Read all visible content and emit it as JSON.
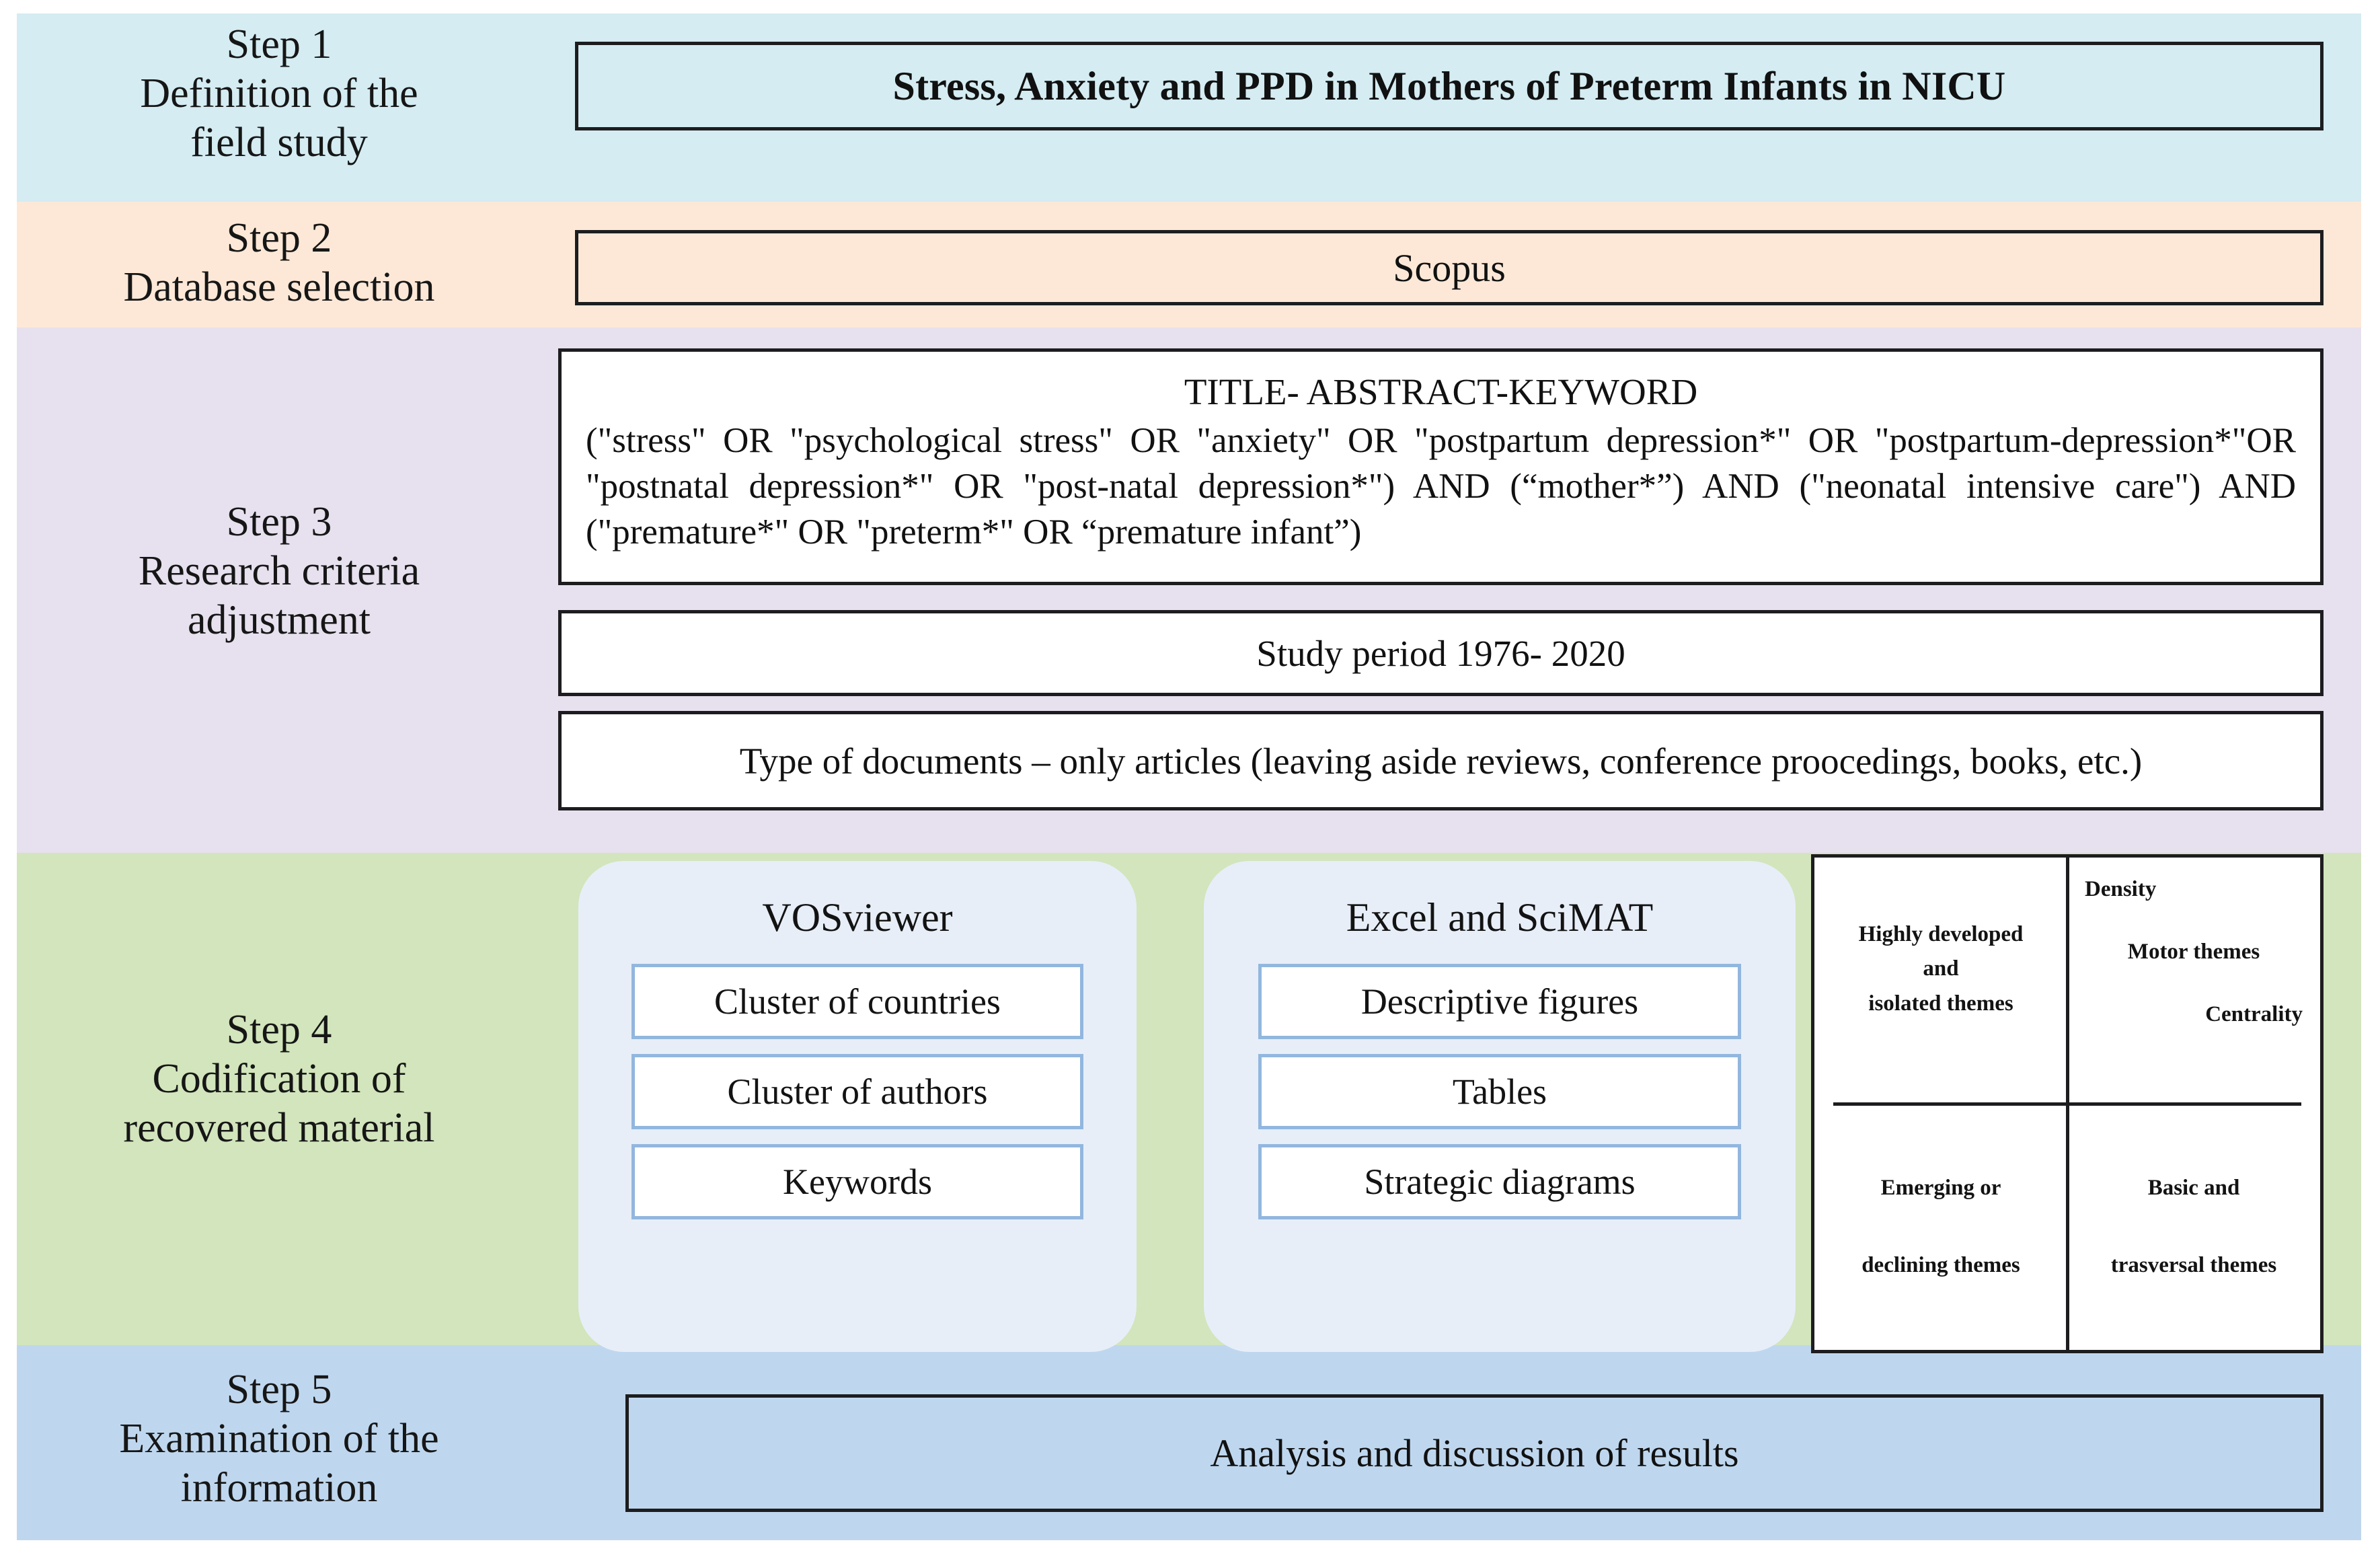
{
  "steps": [
    {
      "id": "step-1",
      "label": "Step 1\nDefinition of the\nfield study",
      "color": "#d4ecf2"
    },
    {
      "id": "step-2",
      "label": "Step 2\nDatabase selection",
      "color": "#fde8d7"
    },
    {
      "id": "step-3",
      "label": "Step 3\nResearch criteria\nadjustment",
      "color": "#e7e0ee"
    },
    {
      "id": "step-4",
      "label": "Step 4\nCodification of\nrecovered material",
      "color": "#d2e5bc"
    },
    {
      "id": "step-5",
      "label": "Step 5\nExamination of the\ninformation",
      "color": "#bfd7ee"
    }
  ],
  "step1": {
    "title": "Stress, Anxiety and PPD in Mothers of Preterm Infants in NICU"
  },
  "step2": {
    "database": "Scopus"
  },
  "step3": {
    "query_title": "TITLE- ABSTRACT-KEYWORD",
    "query_body": "(\"stress\" OR \"psychological stress\" OR \"anxiety\" OR \"postpartum depression*\" OR \"postpartum-depression*\"OR \"postnatal depression*\" OR \"post-natal depression*\") AND (“mother*”) AND (\"neonatal intensive care\") AND (\"premature*\" OR \"preterm*\" OR “premature infant”)",
    "study_period": "Study period 1976- 2020",
    "document_type": "Type of documents – only articles (leaving aside reviews, conference proocedings, books, etc.)"
  },
  "step4": {
    "cards": [
      {
        "title": "VOSviewer",
        "items": [
          "Cluster of countries",
          "Cluster of authors",
          "Keywords"
        ]
      },
      {
        "title": "Excel and SciMAT",
        "items": [
          "Descriptive figures",
          "Tables",
          "Strategic diagrams"
        ]
      }
    ],
    "quadrant": {
      "top_left": "Highly developed\nand\nisolated  themes",
      "top_right_density": "Density",
      "top_right_motor": "Motor  themes",
      "top_right_centrality": "Centrality",
      "bottom_left_line1": "Emerging or",
      "bottom_left_line2": "declining themes",
      "bottom_right_line1": "Basic and",
      "bottom_right_line2": "trasversal  themes"
    }
  },
  "step5": {
    "results": "Analysis and discussion of results"
  },
  "colors": {
    "band1": "#d4ecf2",
    "band2": "#fde8d7",
    "band3": "#e7e0ee",
    "band4": "#d2e5bc",
    "band5": "#bfd7ee",
    "box_border": "#1d1d1f",
    "card_bg": "#e7eef8",
    "item_border": "#92b7de"
  }
}
